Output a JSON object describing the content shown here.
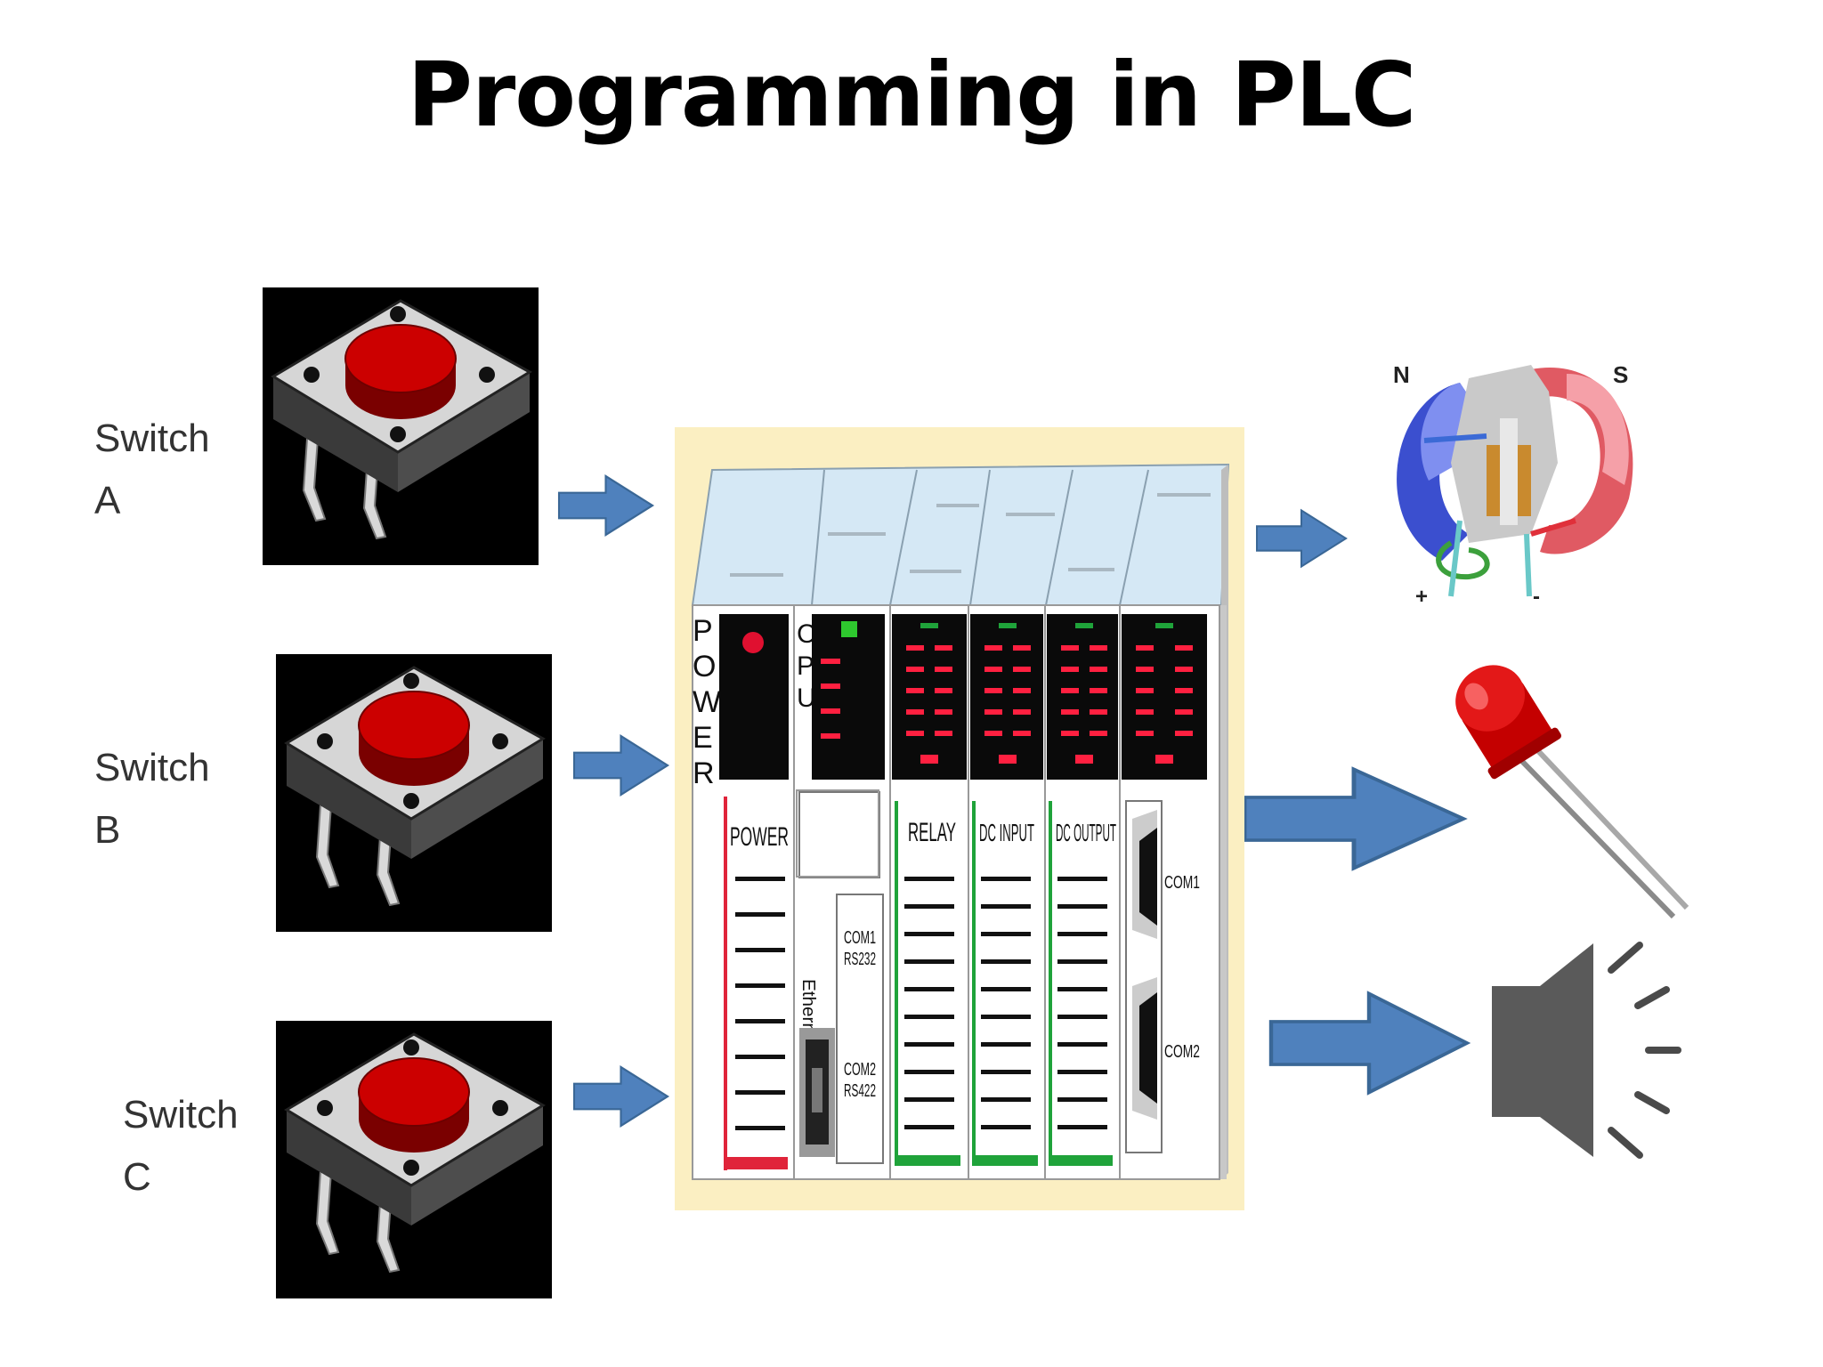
{
  "title": "Programming in PLC",
  "switches": [
    {
      "word": "Switch",
      "letter": "A"
    },
    {
      "word": "Switch",
      "letter": "B"
    },
    {
      "word": "Switch",
      "letter": "C"
    }
  ],
  "plc": {
    "power_vertical": [
      "P",
      "O",
      "W",
      "E",
      "R"
    ],
    "cpu_vertical": [
      "C",
      "P",
      "U"
    ],
    "modules": {
      "power": "POWER",
      "relay": "RELAY",
      "dc_input": "DC INPUT",
      "dc_output": "DC OUTPUT"
    },
    "cpu_ports": {
      "ethernet": "Ethernet",
      "com1": "COM1",
      "rs232": "RS232",
      "com2": "COM2",
      "rs422": "RS422"
    },
    "comm_ports": [
      "COM1",
      "COM2"
    ]
  },
  "motor": {
    "north": "N",
    "south": "S",
    "plus": "+",
    "minus": "-"
  },
  "colors": {
    "arrow": "#4f81bd",
    "button_red": "#c00000",
    "plc_frame": "#fbefc2",
    "plc_top": "#d5e8f5",
    "power_led": "#e01030",
    "cpu_led": "#2ec82e",
    "io_led": "#ff2040",
    "status_green": "#1fa33a",
    "power_bar": "#e0243a"
  },
  "icons": [
    "pushbutton-icon",
    "dc-motor-icon",
    "led-icon",
    "speaker-icon",
    "arrow-right-icon"
  ]
}
